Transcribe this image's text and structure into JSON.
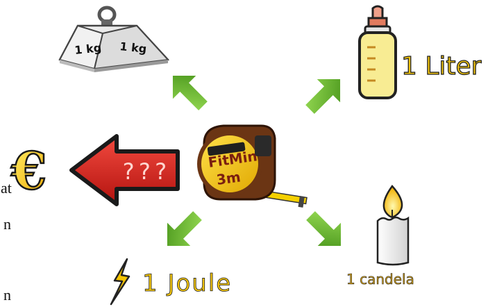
{
  "weight": {
    "label_left": "1 kg",
    "label_right": "1 kg"
  },
  "bottle": {
    "label": "1 Liter"
  },
  "energy": {
    "label": "1 Joule"
  },
  "light": {
    "label": "1 candela"
  },
  "money": {
    "arrow_text": "???",
    "symbol": "€"
  },
  "tape": {
    "brand": "FitMin",
    "size": "3m"
  },
  "cut_text": [
    "at",
    "n",
    "n"
  ],
  "colors": {
    "arrow_green": "#5fb41e",
    "arrow_red": "#d8221b",
    "label_yellow": "#e8b820",
    "tape_yellow": "#f3c400",
    "tape_brown": "#5a2d12"
  },
  "icons": [
    "weight-icon",
    "bottle-icon",
    "lightning-icon",
    "candle-icon",
    "euro-icon",
    "tape-measure-icon"
  ]
}
